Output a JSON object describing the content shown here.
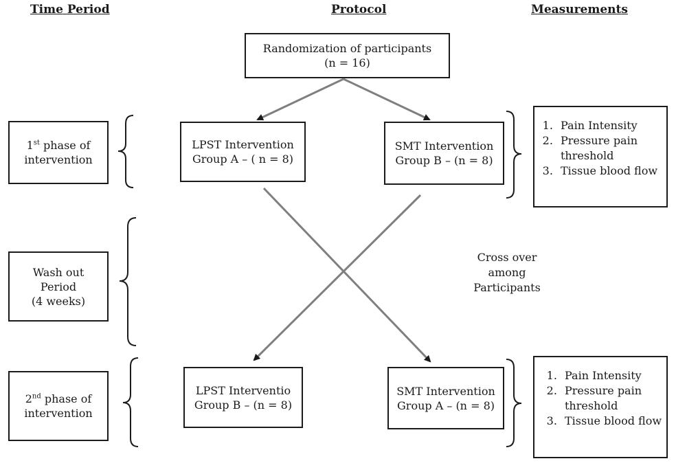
{
  "headers": {
    "time_period": "Time Period",
    "protocol": "Protocol",
    "measurements": "Measurements"
  },
  "randomization": {
    "line1": "Randomization of participants",
    "line2": "(n = 16)"
  },
  "phase1": {
    "ordinal": "1",
    "suffix": "st",
    "line1_rest": " phase of",
    "line2": "intervention"
  },
  "washout": {
    "line1": "Wash out",
    "line2": "Period",
    "line3": "(4 weeks)"
  },
  "phase2": {
    "ordinal": "2",
    "suffix": "nd",
    "line1_rest": " phase of",
    "line2": "intervention"
  },
  "lpst_phase1": {
    "line1": "LPST Intervention",
    "line2": "Group A – ( n = 8)"
  },
  "smt_phase1": {
    "line1": "SMT Intervention",
    "line2": "Group B – (n = 8)"
  },
  "lpst_phase2": {
    "line1": "LPST Interventio",
    "line2": "Group B – (n = 8)"
  },
  "smt_phase2": {
    "line1": "SMT Intervention",
    "line2": "Group A – (n = 8)"
  },
  "crossover": {
    "line1": "Cross over",
    "line2": "among",
    "line3": "Participants"
  },
  "measurements_phase1": {
    "items": [
      "Pain Intensity",
      "Pressure pain threshold",
      "Tissue blood flow"
    ]
  },
  "measurements_phase2": {
    "items": [
      "Pain Intensity",
      "Pressure pain threshold",
      "Tissue blood flow"
    ]
  },
  "colors": {
    "arrow": "#7f7f7f",
    "border": "#1a1a1a"
  }
}
